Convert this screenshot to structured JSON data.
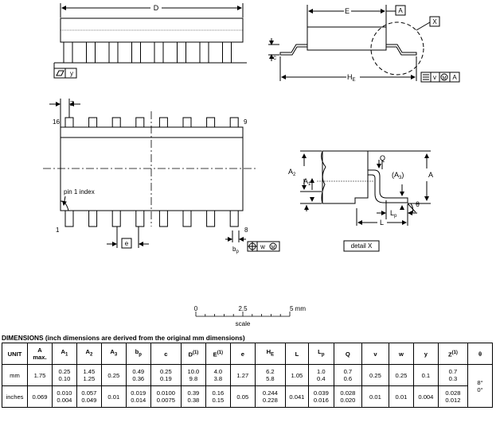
{
  "labels": {
    "D": "D",
    "E": "E",
    "A_box": "A",
    "X_box": "X",
    "c": "c",
    "HE_main": "H",
    "HE_sub": "E",
    "flat_box": "y",
    "pos_box_v": "v",
    "pos_box_A": "A",
    "pos_box_w": "w",
    "Z": "Z",
    "pin16": "16",
    "pin9": "9",
    "pin1": "1",
    "pin8": "8",
    "pin1_index": "pin 1 index",
    "e_box": "e",
    "bp_main": "b",
    "bp_sub": "p",
    "Q": "Q",
    "A3": "(A",
    "A3_sub": "3",
    "A3_close": ")",
    "A2_main": "A",
    "A2_sub": "2",
    "A1_main": "A",
    "A1_sub": "1",
    "A_side": "A",
    "theta": "θ",
    "Lp_main": "L",
    "Lp_sub": "p",
    "L": "L",
    "detail_x": "detail X",
    "scale_0": "0",
    "scale_25": "2.5",
    "scale_5": "5 mm",
    "scale_word": "scale"
  },
  "dimensions": {
    "title": "DIMENSIONS (inch dimensions are derived from the original mm dimensions)",
    "headers": [
      {
        "main": "UNIT",
        "sub": "",
        "sup": ""
      },
      {
        "main": "A",
        "sub": "",
        "sup": "",
        "second": "max."
      },
      {
        "main": "A",
        "sub": "1",
        "sup": ""
      },
      {
        "main": "A",
        "sub": "2",
        "sup": ""
      },
      {
        "main": "A",
        "sub": "3",
        "sup": ""
      },
      {
        "main": "b",
        "sub": "p",
        "sup": ""
      },
      {
        "main": "c",
        "sub": "",
        "sup": ""
      },
      {
        "main": "D",
        "sub": "",
        "sup": "(1)"
      },
      {
        "main": "E",
        "sub": "",
        "sup": "(1)"
      },
      {
        "main": "e",
        "sub": "",
        "sup": ""
      },
      {
        "main": "H",
        "sub": "E",
        "sup": ""
      },
      {
        "main": "L",
        "sub": "",
        "sup": ""
      },
      {
        "main": "L",
        "sub": "p",
        "sup": ""
      },
      {
        "main": "Q",
        "sub": "",
        "sup": ""
      },
      {
        "main": "v",
        "sub": "",
        "sup": ""
      },
      {
        "main": "w",
        "sub": "",
        "sup": ""
      },
      {
        "main": "y",
        "sub": "",
        "sup": ""
      },
      {
        "main": "Z",
        "sub": "",
        "sup": "(1)"
      },
      {
        "main": "θ",
        "sub": "",
        "sup": ""
      }
    ],
    "rows": [
      {
        "unit": "mm",
        "cells": [
          [
            "1.75"
          ],
          [
            "0.25",
            "0.10"
          ],
          [
            "1.45",
            "1.25"
          ],
          [
            "0.25"
          ],
          [
            "0.49",
            "0.36"
          ],
          [
            "0.25",
            "0.19"
          ],
          [
            "10.0",
            "9.8"
          ],
          [
            "4.0",
            "3.8"
          ],
          [
            "1.27"
          ],
          [
            "6.2",
            "5.8"
          ],
          [
            "1.05"
          ],
          [
            "1.0",
            "0.4"
          ],
          [
            "0.7",
            "0.6"
          ],
          [
            "0.25"
          ],
          [
            "0.25"
          ],
          [
            "0.1"
          ],
          [
            "0.7",
            "0.3"
          ]
        ]
      },
      {
        "unit": "inches",
        "cells": [
          [
            "0.069"
          ],
          [
            "0.010",
            "0.004"
          ],
          [
            "0.057",
            "0.049"
          ],
          [
            "0.01"
          ],
          [
            "0.019",
            "0.014"
          ],
          [
            "0.0100",
            "0.0075"
          ],
          [
            "0.39",
            "0.38"
          ],
          [
            "0.16",
            "0.15"
          ],
          [
            "0.05"
          ],
          [
            "0.244",
            "0.228"
          ],
          [
            "0.041"
          ],
          [
            "0.039",
            "0.016"
          ],
          [
            "0.028",
            "0.020"
          ],
          [
            "0.01"
          ],
          [
            "0.01"
          ],
          [
            "0.004"
          ],
          [
            "0.028",
            "0.012"
          ]
        ]
      }
    ],
    "theta_value": [
      "8°",
      "0°"
    ]
  }
}
